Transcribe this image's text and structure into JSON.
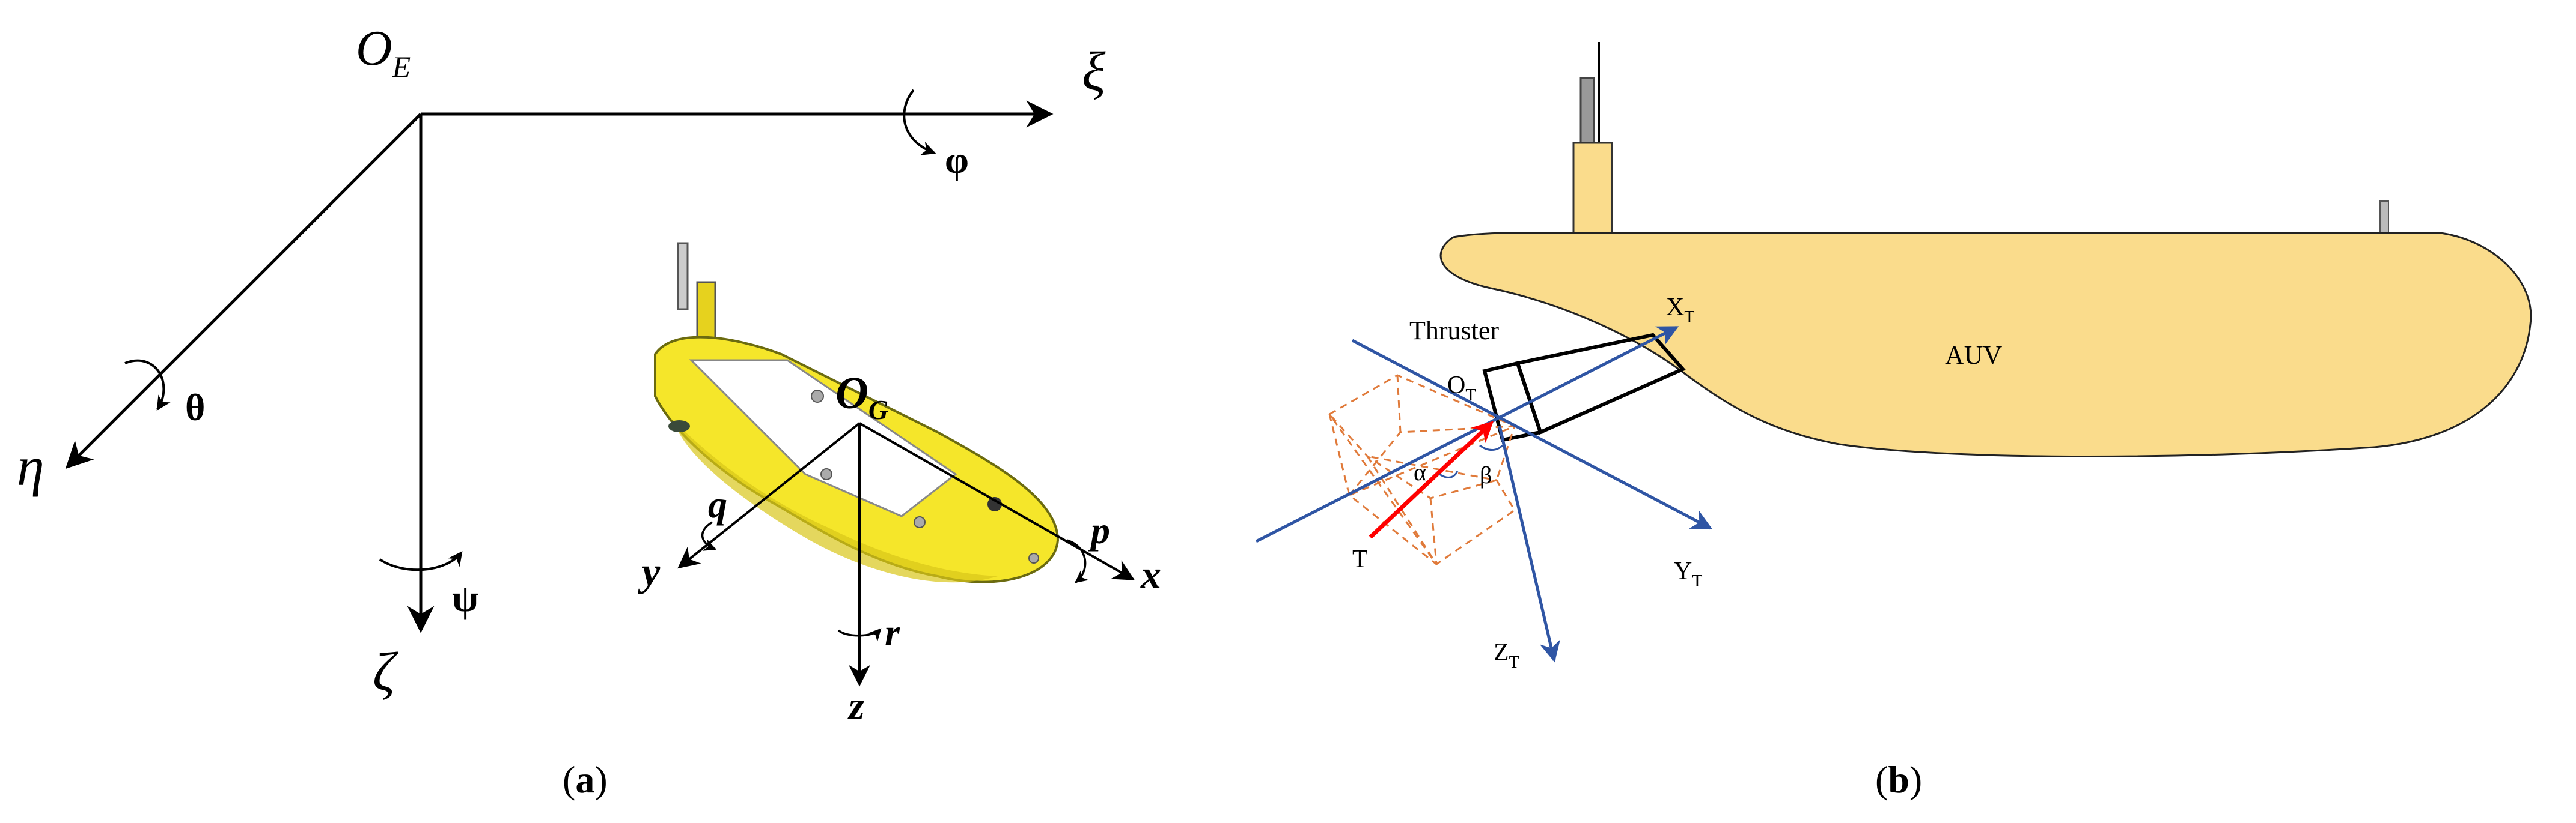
{
  "panel_a": {
    "caption_letter": "a",
    "earth_frame": {
      "origin": "O",
      "origin_sub": "E",
      "axis_xi": "ξ",
      "axis_eta": "η",
      "axis_zeta": "ζ",
      "rot_phi": "φ",
      "rot_theta": "θ",
      "rot_psi": "ψ"
    },
    "body_frame": {
      "origin": "O",
      "origin_sub": "G",
      "axis_x": "x",
      "axis_y": "y",
      "axis_z": "z",
      "rate_p": "p",
      "rate_q": "q",
      "rate_r": "r"
    }
  },
  "panel_b": {
    "caption_letter": "b",
    "hull_label": "AUV",
    "thruster_label": "Thruster",
    "thruster_origin": "O",
    "thruster_origin_sub": "T",
    "thrust_label": "T",
    "axis_x": "X",
    "axis_x_sub": "T",
    "axis_y": "Y",
    "axis_y_sub": "T",
    "axis_z": "Z",
    "axis_z_sub": "T",
    "angle_alpha": "α",
    "angle_beta": "β"
  },
  "colors": {
    "hull_fill": "#FADC8C",
    "vehicle_yellow": "#F5E62A",
    "axis_blue": "#2F55A4",
    "thrust_red": "#FF0000",
    "dashed_orange": "#E07A3A"
  }
}
